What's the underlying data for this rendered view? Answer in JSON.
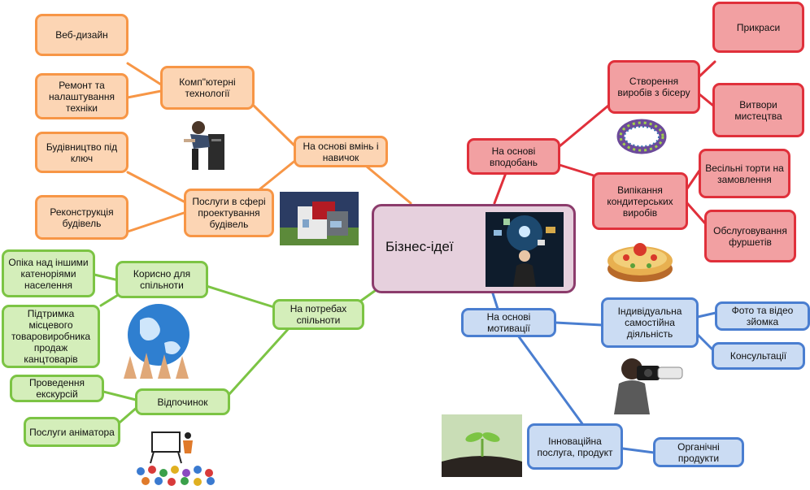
{
  "central": {
    "label": "Бізнес-ідеї"
  },
  "orange": {
    "skills": "На основі вмінь і навичок",
    "computer": "Комп\"ютерні технології",
    "web": "Веб-дизайн",
    "repair": "Ремонт та налаштування техніки",
    "design": "Послуги в сфері проектування будівель",
    "construction": "Будівництво під ключ",
    "reconstruction": "Реконструкція будівель"
  },
  "red": {
    "hobby": "На основі вподобань",
    "beads": "Створення виробів з бісеру",
    "jewelry": "Прикраси",
    "art": "Витвори мистецтва",
    "baking": "Випікання кондитерських виробів",
    "cakes": "Весільні торти на замовлення",
    "buffet": "Обслуговування фуршетів"
  },
  "green": {
    "community": "На потребах спільноти",
    "useful": "Корисно для спільноти",
    "care": "Опіка над іншими катенорiями населення",
    "support": "Підтримка місцевого товаровиробника продаж канцтоварів",
    "rest": "Відпочинок",
    "tours": "Проведення екскурсій",
    "animator": "Послуги аніматора"
  },
  "blue": {
    "motivation": "На основі мотивації",
    "individual": "Індивідуальна самостійна діяльність",
    "photo": "Фото та відео зйомка",
    "consult": "Консультації",
    "innovation": "Інноваційна послуга, продукт",
    "organic": "Органічні продукти"
  },
  "colors": {
    "orange": "#f79646",
    "red": "#e0303b",
    "green": "#7cc444",
    "blue": "#4a7ed0",
    "central_border": "#8c3c6c"
  }
}
